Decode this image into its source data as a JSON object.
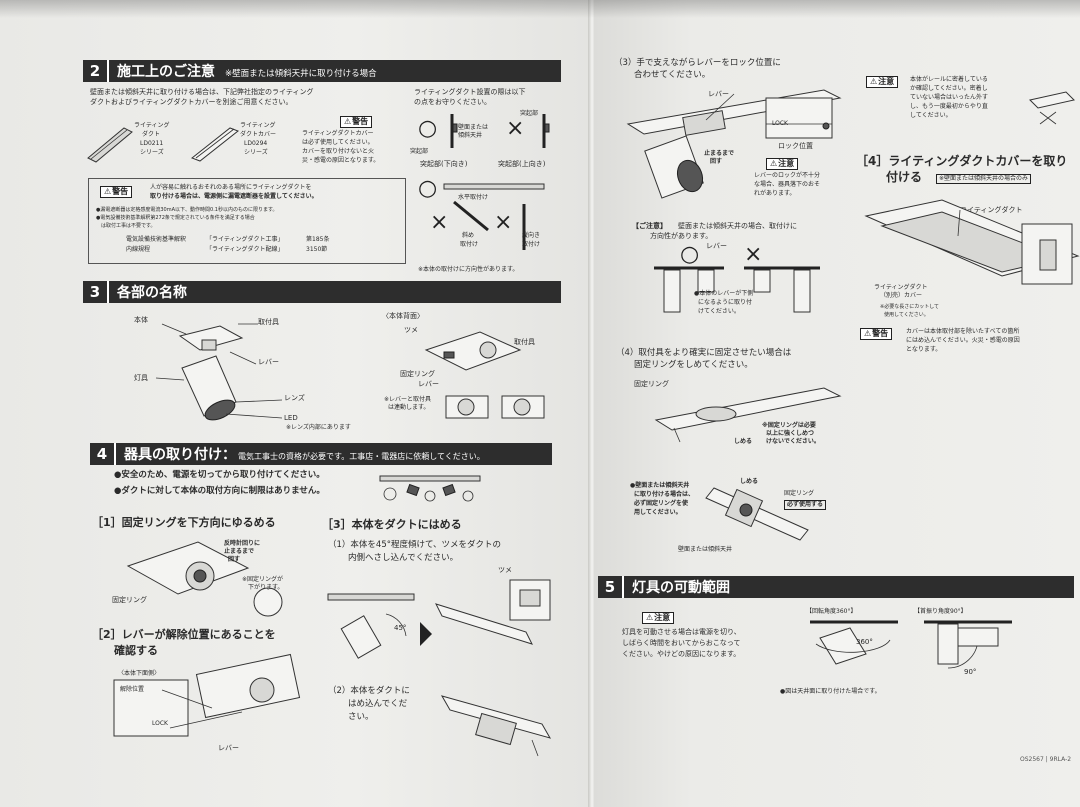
{
  "left": {
    "s2": {
      "num": "2",
      "title": "施工上のご注意",
      "note": "※壁面または傾斜天井に取り付ける場合",
      "intro": [
        "壁面または傾斜天井に取り付ける場合は、下記弊社指定のライティング",
        "ダクトおよびライティングダクトカバーを別途ご用意ください。"
      ],
      "duct_label": [
        "ライティング",
        "ダクト",
        "LD0211",
        "シリーズ"
      ],
      "cover_label": [
        "ライティング",
        "ダクトカバー",
        "LD0294",
        "シリーズ"
      ],
      "warn_title": "警告",
      "warn_text": [
        "ライティングダクトカバー",
        "は必ず使用してください。",
        "カバーを取り付けないと火",
        "災・感電の原因となります。"
      ],
      "big_warn_title": "警告",
      "big_warn_text": [
        "人が容易に触れるおそれのある場所にライティングダクトを",
        "取り付ける場合は、電源側に漏電遮断器を設置してください。"
      ],
      "bullets": [
        "●漏電遮断器は定格感度電流30mA以下、動作時間0.1秒以内のものに限ります。",
        "●電気設備技術基準解釈第272条で規定されている条件を満足する場合",
        "　は取付工事は不要です。"
      ],
      "standards": [
        [
          "電気設備技術基準解釈",
          "「ライティングダクト工事」",
          "第185条"
        ],
        [
          "内線規程",
          "「ライティングダクト配線」",
          "3150節"
        ]
      ],
      "right_intro": [
        "ライティングダクト設置の際は以下",
        "の点をお守りください。"
      ],
      "marks": {
        "circle": "○",
        "cross": "×"
      },
      "lbl_wall": [
        "壁面または",
        "傾斜天井"
      ],
      "lbl_protrude": "突起部",
      "lbl_down": "突起部(下向き)",
      "lbl_up": "突起部(上向き)",
      "lbl_horizontal": "水平取付け",
      "lbl_diag": [
        "斜め",
        "取付け"
      ],
      "lbl_vert": [
        "縦向き",
        "取付け"
      ],
      "footnote": "※本体の取付けに方向性があります。"
    },
    "s3": {
      "num": "3",
      "title": "各部の名称",
      "lbl_body": "本体",
      "lbl_mount": "取付具",
      "lbl_lever": "レバー",
      "lbl_fixture": "灯具",
      "lbl_lens": "レンズ",
      "lbl_led": "LED",
      "lbl_led_note": "※レンズ内部にあります",
      "lbl_back": "〈本体背面〉",
      "lbl_claw": "ツメ",
      "lbl_mount2": "取付具",
      "lbl_ring": "固定リング",
      "lbl_lever2": "レバー",
      "lbl_interlock": [
        "※レバーと取付具",
        "は連動します。"
      ]
    },
    "s4": {
      "num": "4",
      "title": "器具の取り付け：",
      "note": "電気工事士の資格が必要です。工事店・電器店に依頼してください。",
      "b1": "●安全のため、電源を切ってから取り付けてください。",
      "b2": "●ダクトに対して本体の取付方向に制限はありません。",
      "step1": "［1］固定リングを下方向にゆるめる",
      "step1_bubble": [
        "反時計回りに",
        "止まるまで",
        "回す"
      ],
      "step1_note": [
        "※固定リングが",
        "下がります。"
      ],
      "step1_ring": "固定リング",
      "step2": [
        "［2］レバーが解除位置にあることを",
        "確認する"
      ],
      "step2_view": "〈本体下面側〉",
      "step2_release": "解除位置",
      "step2_lock": "LOCK",
      "step2_lever": "レバー",
      "step3": "［3］本体をダクトにはめる",
      "step3_1": [
        "（1）本体を45°程度傾けて、ツメをダクトの",
        "内側へさし込んでください。"
      ],
      "step3_claw": "ツメ",
      "step3_angle": "45°",
      "step3_2": [
        "（2）本体をダクトに",
        "はめ込んでくだ",
        "さい。"
      ]
    }
  },
  "right": {
    "p3": [
      "（3）手で支えながらレバーをロック位置に",
      "合わせてください。"
    ],
    "lbl_lever": "レバー",
    "lbl_lock": "LOCK",
    "lbl_lockpos": "ロック位置",
    "lbl_turn": [
      "止まるまで",
      "回す"
    ],
    "caution_title": "注意",
    "caution_text": [
      "レバーのロックが不十分",
      "な場合、器具落下のおそ",
      "れがあります。"
    ],
    "note_title": "【ご注意】",
    "note_text": [
      "壁面または傾斜天井の場合、取付けに",
      "方向性があります。"
    ],
    "note_lever": "レバー",
    "note_circle": "○",
    "note_cross": "×",
    "note_down": [
      "●本体のレバーが下側",
      "になるように取り付",
      "けてください。"
    ],
    "p4": [
      "（4）取付具をより確実に固定させたい場合は",
      "固定リングをしめてください。"
    ],
    "lbl_ring": "固定リング",
    "lbl_tighten": "しめる",
    "ring_note": [
      "※固定リングは必要",
      "以上に強くしめつ",
      "けないでください。"
    ],
    "wall_note": [
      "●壁面または傾斜天井",
      "に取り付ける場合は、",
      "必ず固定リングを使",
      "用してください。"
    ],
    "lbl_tighten2": "しめる",
    "lbl_ring2": "固定リング",
    "lbl_must": "必ず使用する",
    "lbl_wallceil": "壁面または傾斜天井",
    "top_caution_title": "注意",
    "top_caution_text": [
      "本体がレールに密着している",
      "か確認してください。密着し",
      "ていない場合はいったん外す",
      "し、もう一度最初からやり直",
      "してください。"
    ],
    "s4_4_title": "［4］ライティングダクトカバーを取り",
    "s4_4_title2": "付ける",
    "s4_4_note": "※壁面または傾斜天井の場合のみ",
    "lbl_duct": "ライティングダクト",
    "lbl_cover": [
      "ライティングダクト",
      "（別売）カバー"
    ],
    "cover_note": [
      "※必要な長さにカットして",
      "使用してください。"
    ],
    "warn_title": "警告",
    "warn_text": [
      "カバーは本体取付部を除いたすべての箇所",
      "にはめ込んでください。火災・感電の原因",
      "となります。"
    ],
    "s5": {
      "num": "5",
      "title": "灯具の可動範囲",
      "caution_title": "注意",
      "caution_text": [
        "灯具を可動させる場合は電源を切り、",
        "しばらく時間をおいてからおこなって",
        "ください。やけどの原因になります。"
      ],
      "rot_label": "【回転角度360°】",
      "rot_val": "360°",
      "swing_label": "【首振り角度90°】",
      "swing_val": "90°",
      "fig_note": "●図は天井面に取り付けた場合です。"
    },
    "footer_code": "OS2567 | 9RLA-2"
  }
}
